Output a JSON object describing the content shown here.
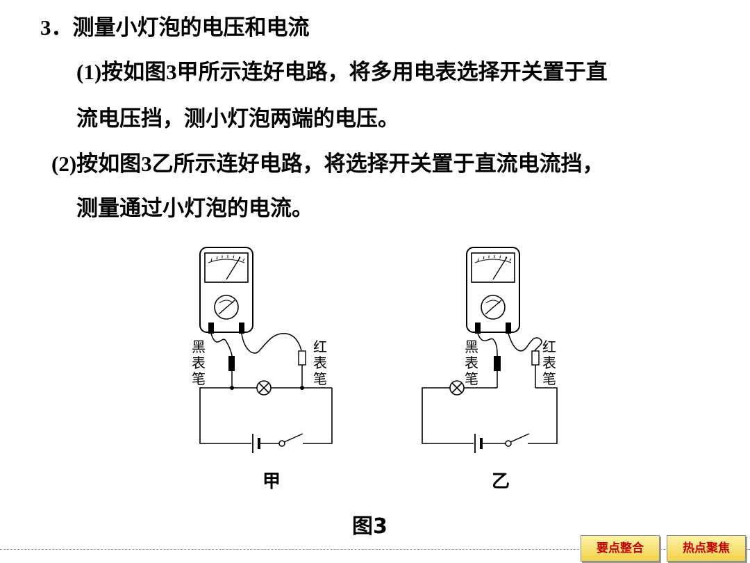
{
  "heading": {
    "number": "3．",
    "text": "测量小灯泡的电压和电流"
  },
  "step1": {
    "prefix": "(1)",
    "text_a": "按如图",
    "fig": "3",
    "text_b": "甲所示连好电路，将多用电表选择开关置于直",
    "line2": "流电压挡，测小灯泡两端的电压。"
  },
  "step2": {
    "prefix": "(2)",
    "text_a": "按如图",
    "fig": "3",
    "text_b": "乙所示连好电路，将选择开关置于直流电流挡，",
    "line2": "测量通过小灯泡的电流。"
  },
  "figure": {
    "left": {
      "label": "甲",
      "black_probe": "黑表笔",
      "red_probe": "红表笔"
    },
    "right": {
      "label": "乙",
      "black_probe": "黑表笔",
      "red_probe": "红表笔"
    },
    "caption": "图3"
  },
  "nav": {
    "key_points": "要点整合",
    "hot_topics": "热点聚焦"
  }
}
